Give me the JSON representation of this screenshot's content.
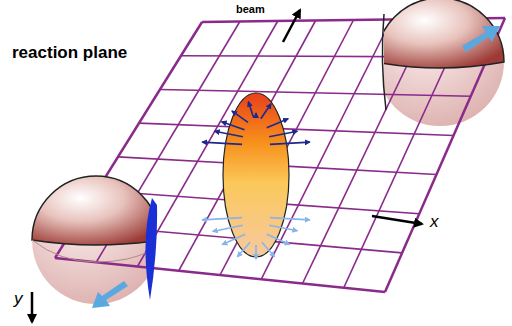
{
  "diagram": {
    "labels": [
      "beam",
      "reaction plane",
      "x",
      "y"
    ]
  }
}
